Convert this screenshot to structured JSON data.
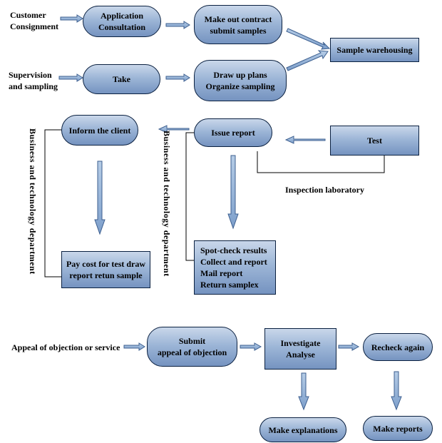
{
  "labels": {
    "customer_consignment_line1": "Customer",
    "customer_consignment_line2": "Consignment",
    "supervision_line1": "Supervision",
    "supervision_line2": "and sampling",
    "inspection_laboratory": "Inspection laboratory",
    "dept_left": "Business and technology department",
    "dept_right": "Business and technology department",
    "appeal": "Appeal of objection or service"
  },
  "nodes": {
    "application_consultation": {
      "line1": "Application",
      "line2": "Consultation"
    },
    "make_out_contract": {
      "line1": "Make out contract",
      "line2": "submit samples"
    },
    "sample_warehousing": {
      "line1": "Sample warehousing"
    },
    "take": {
      "line1": "Take"
    },
    "draw_up_plans": {
      "line1": "Draw up plans",
      "line2": "Organize sampling"
    },
    "inform_client": {
      "line1": "Inform the client"
    },
    "issue_report": {
      "line1": "Issue report"
    },
    "test": {
      "line1": "Test"
    },
    "pay_cost": {
      "line1": "Pay cost for test draw",
      "line2": "report retun sample"
    },
    "spot_check": {
      "line1": "Spot-check results",
      "line2": "Collect and report",
      "line3": "Mail report",
      "line4": "Return samplex"
    },
    "submit_appeal": {
      "line1": "Submit",
      "line2": "appeal of objection"
    },
    "investigate": {
      "line1": "Investigate",
      "line2": "Analyse"
    },
    "recheck": {
      "line1": "Recheck again"
    },
    "make_explanations": {
      "line1": "Make explanations"
    },
    "make_reports": {
      "line1": "Make reports"
    }
  },
  "colors": {
    "node_top": "#c9d7ea",
    "node_mid": "#9db6d7",
    "node_bottom": "#7593c0",
    "node_border": "#0a2040",
    "arrow_fill": "#8fb0d8",
    "arrow_stroke": "#3d5f8f",
    "line": "#000000"
  }
}
